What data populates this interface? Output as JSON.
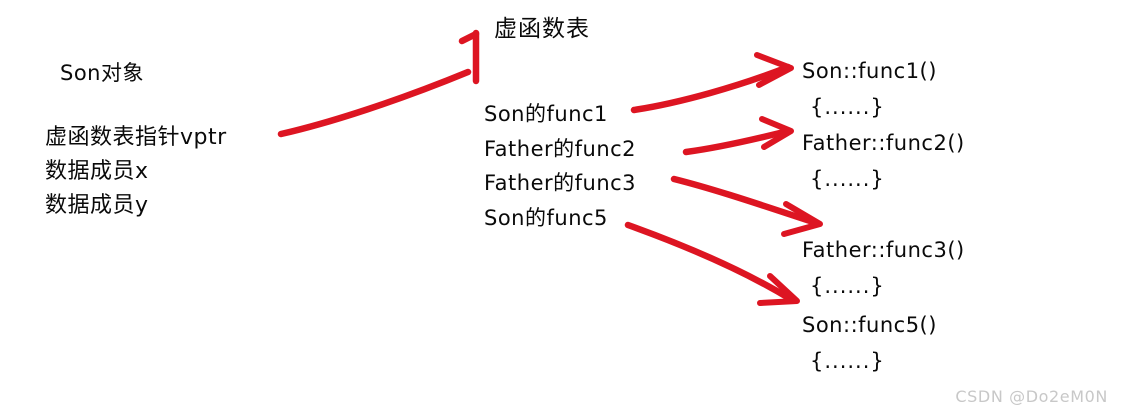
{
  "meta": {
    "accent_color": "#dd1522",
    "ink_color": "#0a0a0a",
    "background": "#ffffff",
    "watermark": "CSDN @Do2eM0N"
  },
  "object_block": {
    "title": "Son对象",
    "fields": [
      "虚函数表指针vptr",
      "数据成员x",
      "数据成员y"
    ]
  },
  "vtable": {
    "title": "虚函数表",
    "slots": [
      "Son的func1",
      "Father的func2",
      "Father的func3",
      "Son的func5"
    ]
  },
  "functions": [
    {
      "signature": "Son::func1()",
      "body": "{......}"
    },
    {
      "signature": "Father::func2()",
      "body": "{......}"
    },
    {
      "signature": "Father::func3()",
      "body": "{......}"
    },
    {
      "signature": "Son::func5()",
      "body": "{......}"
    }
  ],
  "arrows": [
    {
      "from": "虚函数表指针vptr",
      "to": "虚函数表"
    },
    {
      "from": "Son的func1",
      "to": "Son::func1()"
    },
    {
      "from": "Father的func2",
      "to": "Father::func2()"
    },
    {
      "from": "Father的func3",
      "to": "Father::func3()"
    },
    {
      "from": "Son的func5",
      "to": "Son::func5()"
    }
  ]
}
